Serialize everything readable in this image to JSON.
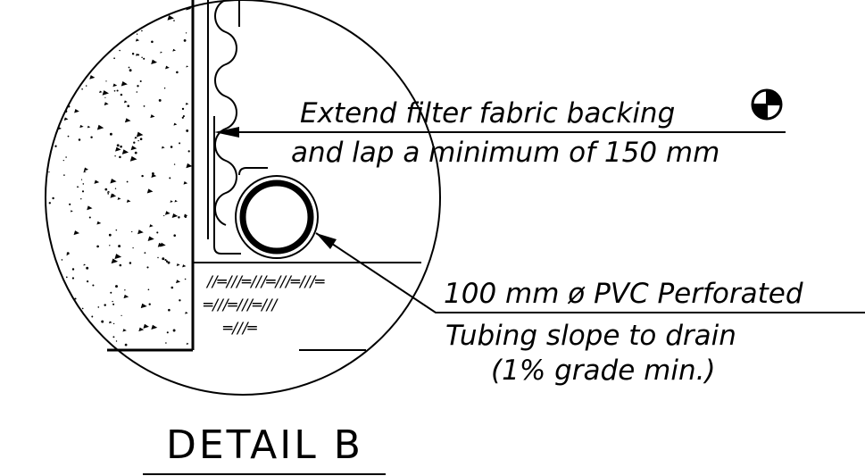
{
  "notes": {
    "fabric_line1": "Extend filter fabric backing",
    "fabric_line2": "and lap a minimum of 150 mm",
    "pipe_line1": "100 mm ø PVC Perforated",
    "pipe_line2": "Tubing slope to drain",
    "pipe_line3": "(1% grade min.)"
  },
  "title": "DETAIL B",
  "gravel_hatch": {
    "row1": "//═///═///═///═///═",
    "row2": "═///═///═///",
    "row3": "═///═"
  },
  "symbols": {
    "section_marker": "quartered-circle-icon"
  }
}
